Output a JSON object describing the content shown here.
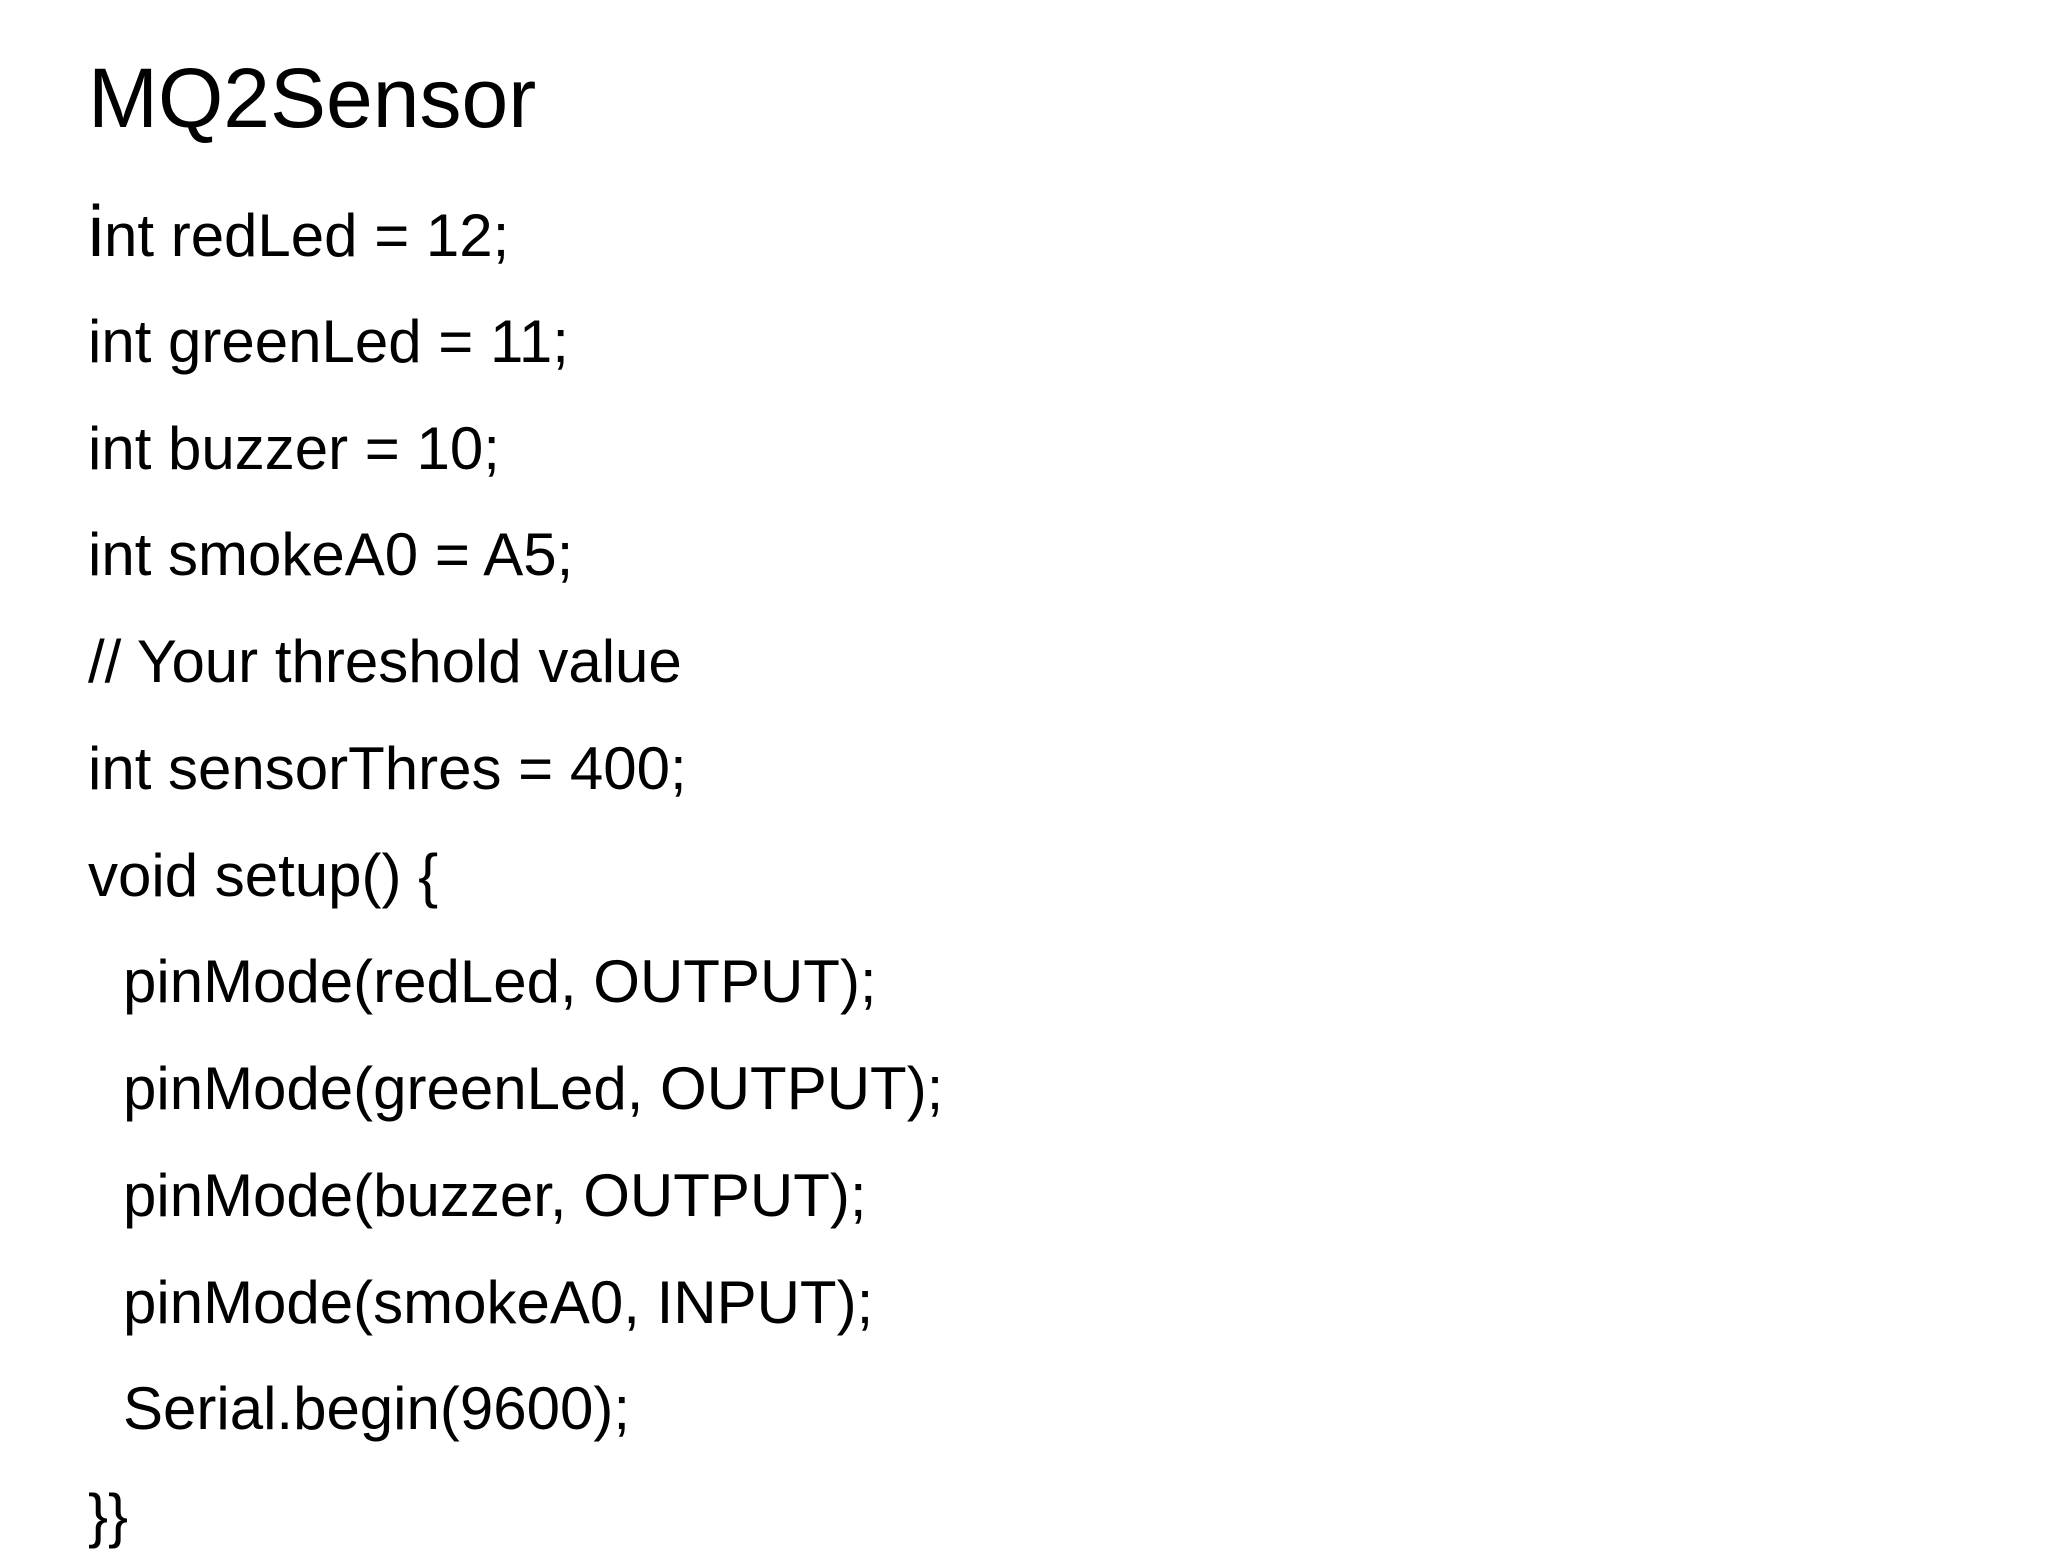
{
  "slide": {
    "title": "MQ2Sensor",
    "first_line_initial": "i",
    "first_line_rest": "nt redLed = 12;",
    "lines": [
      "int greenLed = 11;",
      "int buzzer = 10;",
      "int smokeA0 = A5;",
      "// Your threshold value",
      "int sensorThres = 400;",
      "void setup() {",
      "pinMode(redLed, OUTPUT);",
      "pinMode(greenLed, OUTPUT);",
      "pinMode(buzzer, OUTPUT);",
      "pinMode(smokeA0, INPUT);",
      "Serial.begin(9600);",
      "}}"
    ]
  }
}
